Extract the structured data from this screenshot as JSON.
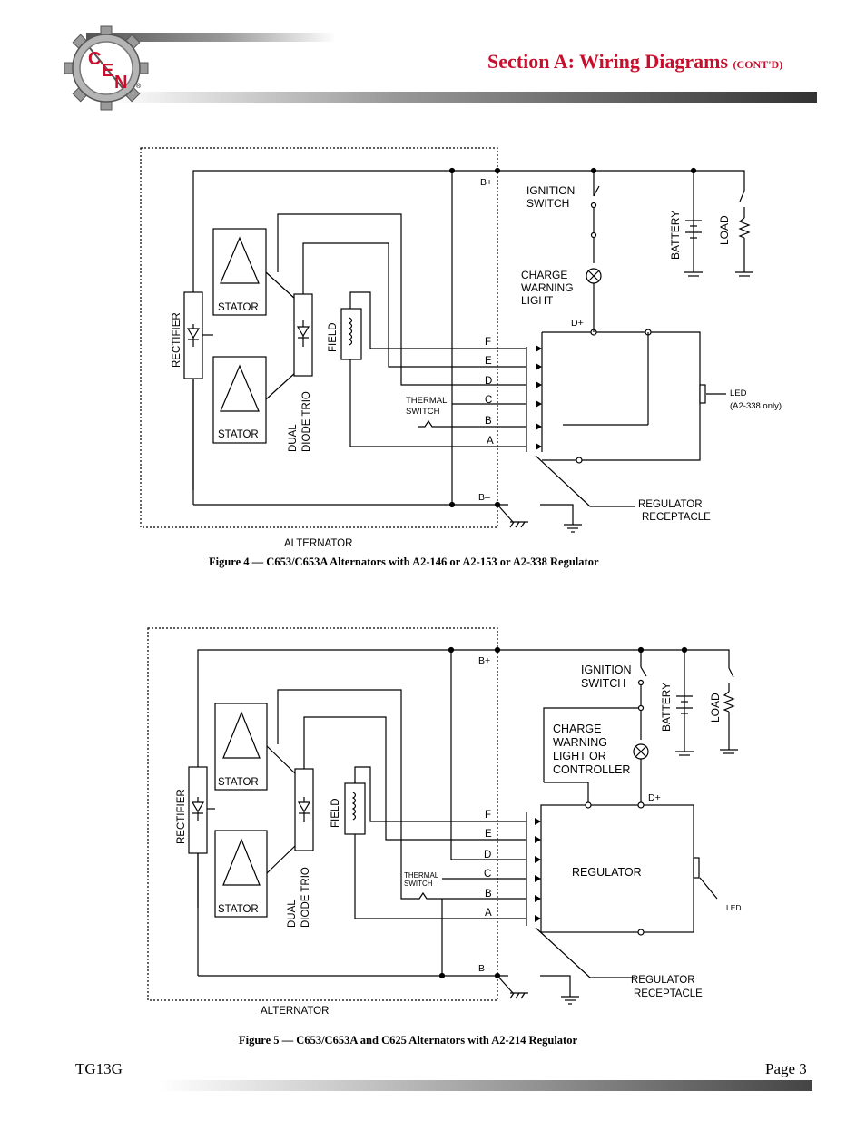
{
  "header": {
    "logo": {
      "letters": [
        "C",
        "E",
        "N"
      ],
      "registered": "®"
    },
    "title": "Section A: Wiring Diagrams",
    "title_suffix": "(CONT'D)"
  },
  "figure4": {
    "caption": "Figure 4 — C653/C653A Alternators with A2-146 or A2-153 or A2-338 Regulator",
    "labels": {
      "rectifier": "RECTIFIER",
      "stator": "STATOR",
      "dual": "DUAL",
      "diode_trio": "DIODE TRIO",
      "field": "FIELD",
      "thermal": "THERMAL",
      "switch": "SWITCH",
      "alternator": "ALTERNATOR",
      "b_plus": "B+",
      "b_minus": "B–",
      "pins": [
        "F",
        "E",
        "D",
        "C",
        "B",
        "A"
      ],
      "ignition": "IGNITION",
      "ignition_switch": "SWITCH",
      "battery": "BATTERY",
      "load": "LOAD",
      "charge": "CHARGE",
      "warning": "WARNING",
      "light": "LIGHT",
      "d_plus": "D+",
      "led": "LED",
      "led_note": "(A2-338 only)",
      "regulator": "REGULATOR",
      "receptacle": "RECEPTACLE"
    }
  },
  "figure5": {
    "caption": "Figure 5 — C653/C653A and C625 Alternators with A2-214 Regulator",
    "labels": {
      "rectifier": "RECTIFIER",
      "stator": "STATOR",
      "dual": "DUAL",
      "diode_trio": "DIODE TRIO",
      "field": "FIELD",
      "thermal": "THERMAL",
      "switch": "SWITCH",
      "alternator": "ALTERNATOR",
      "b_plus": "B+",
      "b_minus": "B–",
      "pins": [
        "F",
        "E",
        "D",
        "C",
        "B",
        "A"
      ],
      "ignition": "IGNITION",
      "ignition_switch": "SWITCH",
      "battery": "BATTERY",
      "load": "LOAD",
      "charge": "CHARGE",
      "warning": "WARNING",
      "light_or": "LIGHT OR",
      "controller": "CONTROLLER",
      "d_plus": "D+",
      "regulator_box": "REGULATOR",
      "led": "LED",
      "regulator": "REGULATOR",
      "receptacle": "RECEPTACLE"
    }
  },
  "footer": {
    "left": "TG13G",
    "right": "Page 3"
  },
  "colors": {
    "accent": "#c8102e",
    "line": "#000000"
  }
}
